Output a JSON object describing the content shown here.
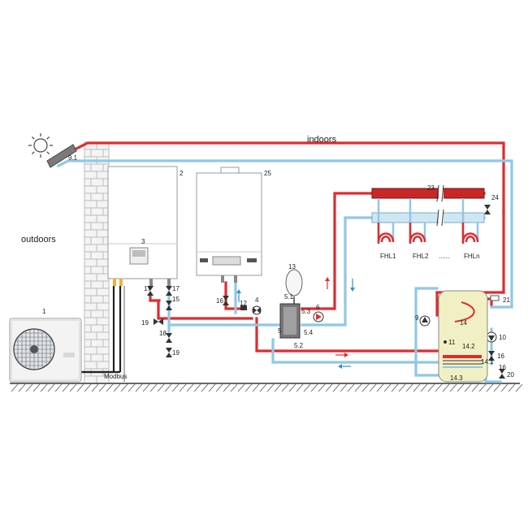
{
  "zones": {
    "indoors": "indoors",
    "outdoors": "outdoors"
  },
  "labels": {
    "n1": "1",
    "n2": "2",
    "n3": "3",
    "n4": "4",
    "n5": "5",
    "n5_1": "5.1",
    "n5_2": "5.2",
    "n5_3": "5.3",
    "n5_4": "5.4",
    "n6": "6",
    "n9": "9",
    "n9_1": "9.1",
    "n10": "10",
    "n11": "11",
    "n12": "12",
    "n13": "13",
    "n14": "14",
    "n14_1": "14.1",
    "n14_2": "14.2",
    "n14_3": "14.3",
    "n15": "15",
    "n16a": "16",
    "n16b": "16",
    "n16c": "16",
    "n17a": "17",
    "n17b": "17",
    "n18": "18",
    "n19a": "19",
    "n19b": "19",
    "n20": "20",
    "n21": "21",
    "n23": "23",
    "n24": "24",
    "n25": "25"
  },
  "circuits": {
    "fhl1": "FHL1",
    "fhl2": "FHL2",
    "dots": "......",
    "fhln": "FHLn"
  },
  "modbus": "Modbus",
  "colors": {
    "hot": "#e12b2e",
    "cold": "#8fc8e6",
    "unit_outline": "#9a9a9a",
    "ground": "#333333"
  }
}
